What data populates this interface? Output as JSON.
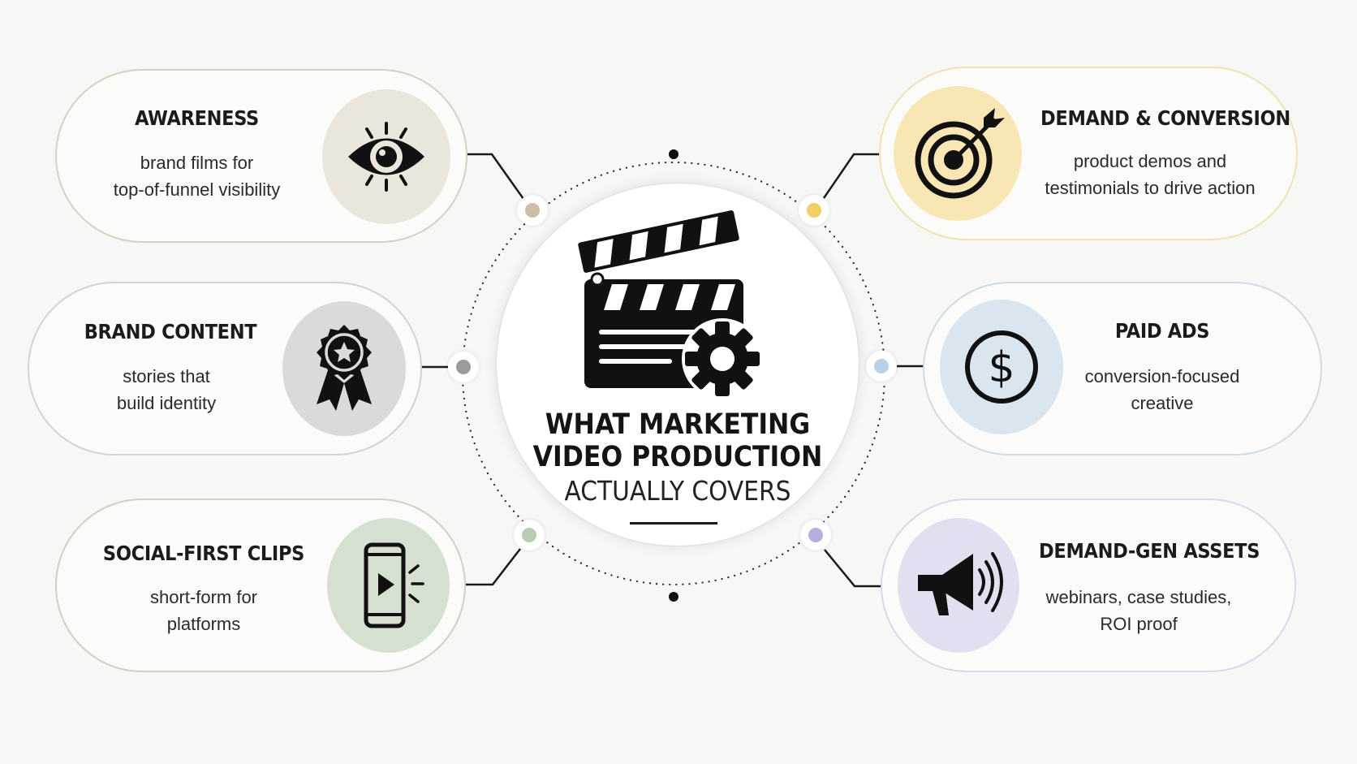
{
  "center": {
    "title_line1": "WHAT MARKETING",
    "title_line2": "VIDEO PRODUCTION",
    "title_line3": "ACTUALLY COVERS",
    "icon": "clapperboard-gear-icon"
  },
  "cards": [
    {
      "id": "awareness",
      "title": "AWARENESS",
      "desc": [
        "brand films for",
        "top-of-funnel visibility"
      ],
      "icon": "eye-icon",
      "color": "#c9bfa8",
      "disc": "#ebe6dc"
    },
    {
      "id": "brand-content",
      "title": "BRAND CONTENT",
      "desc": [
        "stories that",
        "build identity"
      ],
      "icon": "award-ribbon-icon",
      "color": "#9c9c9c",
      "disc": "#dadada"
    },
    {
      "id": "social-first-clips",
      "title": "SOCIAL-FIRST CLIPS",
      "desc": [
        "short-form for",
        "platforms"
      ],
      "icon": "smartphone-play-icon",
      "color": "#b3c6ad",
      "disc": "#d5e0d1"
    },
    {
      "id": "demand-conversion",
      "title": "DEMAND & CONVERSION",
      "desc": [
        "product demos and",
        "testimonials to drive action"
      ],
      "icon": "target-arrow-icon",
      "color": "#f0d486",
      "disc": "#f8e6b4"
    },
    {
      "id": "paid-ads",
      "title": "PAID ADS",
      "desc": [
        "conversion-focused",
        "creative"
      ],
      "icon": "dollar-coin-icon",
      "color": "#b4cde0",
      "disc": "#d9e6f0"
    },
    {
      "id": "demand-gen-assets",
      "title": "DEMAND-GEN ASSETS",
      "desc": [
        "webinars, case studies,",
        "ROI proof"
      ],
      "icon": "megaphone-icon",
      "color": "#bfb6dc",
      "disc": "#e3dff1"
    }
  ]
}
